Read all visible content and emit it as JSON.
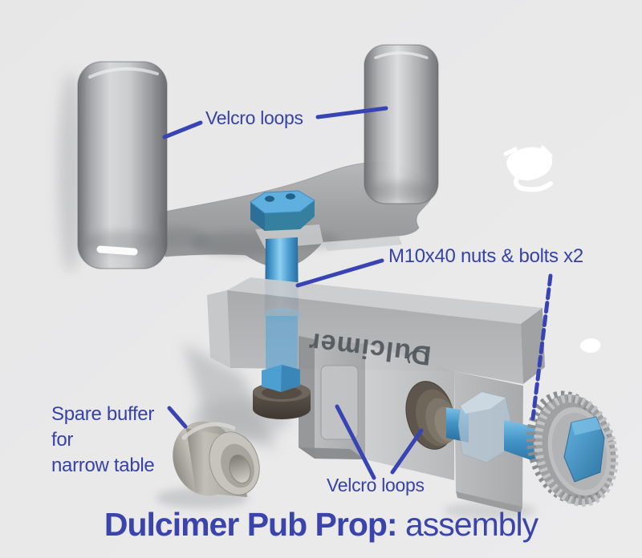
{
  "scene": {
    "background_color": "#e9e9ea",
    "accent_text_blue": "#3742a8",
    "leader_line_blue": "#3944b4",
    "bolt_blue": "#4da2d6",
    "plastic_gray": "#b0b2b4",
    "buffer_dark_gray": "#4a443d"
  },
  "annotations": {
    "velcro_top": "Velcro loops",
    "m10": "M10x40 nuts & bolts x2",
    "spare_line1": "Spare buffer",
    "spare_line2": "for",
    "spare_line3": "narrow table",
    "velcro_bottom": "Velcro loops"
  },
  "engraving": {
    "text": "Dulcimer"
  },
  "title": {
    "bold": "Dulcimer Pub Prop:",
    "regular": " assembly"
  }
}
